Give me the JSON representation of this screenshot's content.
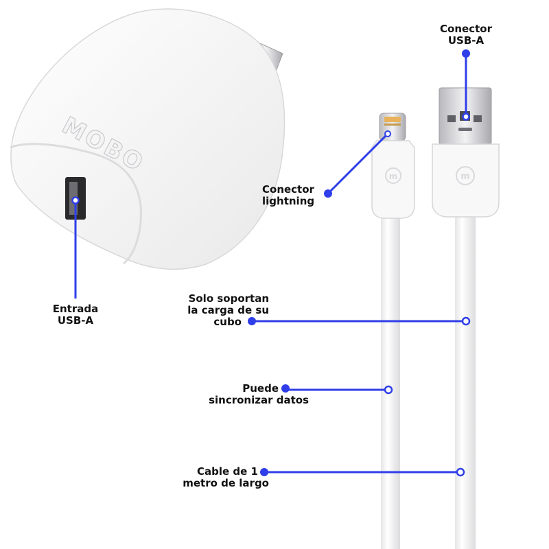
{
  "product": {
    "brand_logo": "MOBO"
  },
  "callouts": {
    "entrada_usb_a": {
      "line1": "Entrada",
      "line2": "USB-A"
    },
    "conector_usb_a": {
      "line1": "Conector",
      "line2": "USB-A"
    },
    "conector_lightning": {
      "line1": "Conector",
      "line2": "lightning"
    },
    "solo_soportan": {
      "line1": "Solo soportan",
      "line2": "la carga de su",
      "line3": "cubo"
    },
    "puede_sincronizar": {
      "line1": "Puede",
      "line2": "sincronizar datos"
    },
    "cable_largo": {
      "line1": "Cable de 1",
      "line2": "metro de largo"
    }
  },
  "colors": {
    "accent": "#2f3ee8",
    "text": "#111111",
    "background": "#ffffff"
  },
  "icons": [
    "power-adapter-image",
    "lightning-cable-image",
    "usb-a-connector-image",
    "callout-dot-icon"
  ]
}
